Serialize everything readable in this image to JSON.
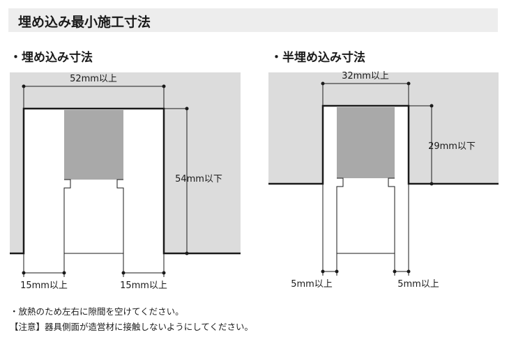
{
  "header": {
    "title": "埋め込み最小施工寸法"
  },
  "full_embed": {
    "label": "・埋め込み寸法",
    "width_label": "52mm以上",
    "depth_label": "54mm以下",
    "left_clearance_label": "15mm以上",
    "right_clearance_label": "15mm以上"
  },
  "half_embed": {
    "label": "・半埋め込み寸法",
    "width_label": "32mm以上",
    "depth_label": "29mm以下",
    "left_clearance_label": "5mm以上",
    "right_clearance_label": "5mm以上"
  },
  "notes": {
    "heat_note": "・放熱のため左右に隙間を空けてください。",
    "caution_note": "【注意】器具側面が造営材に接触しないようにしてください。"
  },
  "colors": {
    "ceiling_fill": "#dcdcdc",
    "fixture_fill": "#a9a9a9",
    "title_bar": "#ededed",
    "line": "#1a1a1a"
  }
}
